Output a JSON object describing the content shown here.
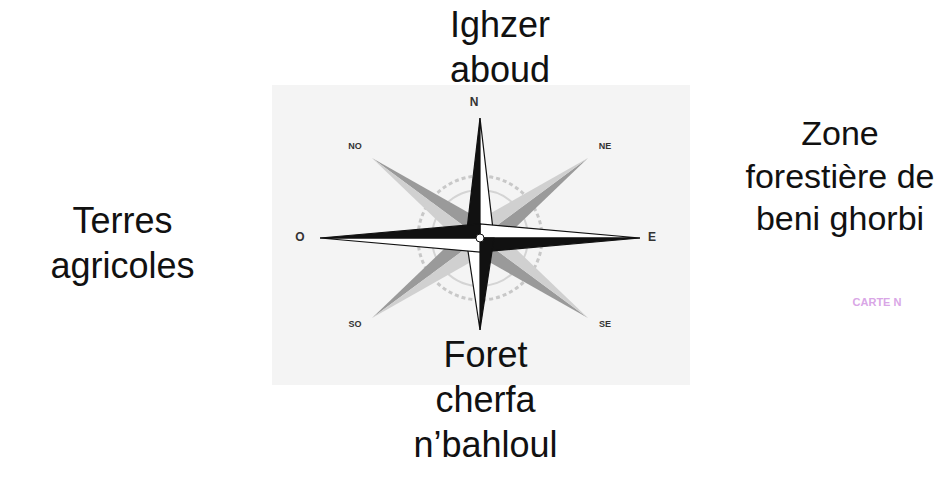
{
  "diagram": {
    "labels": [
      "Ighzer aboud",
      "Terres agricoles",
      "Zone forestière de beni ghorbi",
      "Foret cherfa n’bahloul",
      "N",
      "NE",
      "E",
      "SE",
      "SO",
      "O",
      "NO",
      "CARTE N"
    ]
  }
}
